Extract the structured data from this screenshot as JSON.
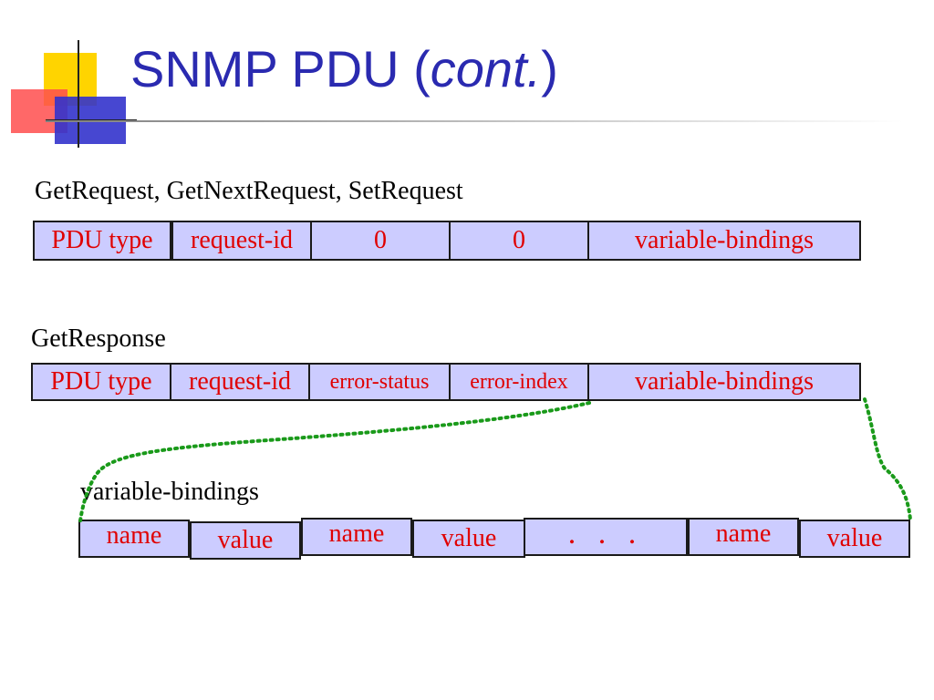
{
  "slide": {
    "title_main": "SNMP PDU (",
    "title_italic": "cont.",
    "title_close": ")"
  },
  "section_get": {
    "label": "GetRequest, GetNextRequest, SetRequest",
    "fields": [
      "PDU type",
      "request-id",
      "0",
      "0",
      "variable-bindings"
    ]
  },
  "section_response": {
    "label": "GetResponse",
    "fields": [
      "PDU type",
      "request-id",
      "error-status",
      "error-index",
      "variable-bindings"
    ]
  },
  "section_bindings": {
    "label": "variable-bindings",
    "fields": [
      "name",
      "value",
      "name",
      "value",
      ". . .",
      "name",
      "value"
    ]
  },
  "colors": {
    "title": "#2a2ab0",
    "field_text": "#e00000",
    "field_fill": "#ccccff",
    "connector": "#1a9a1a"
  }
}
